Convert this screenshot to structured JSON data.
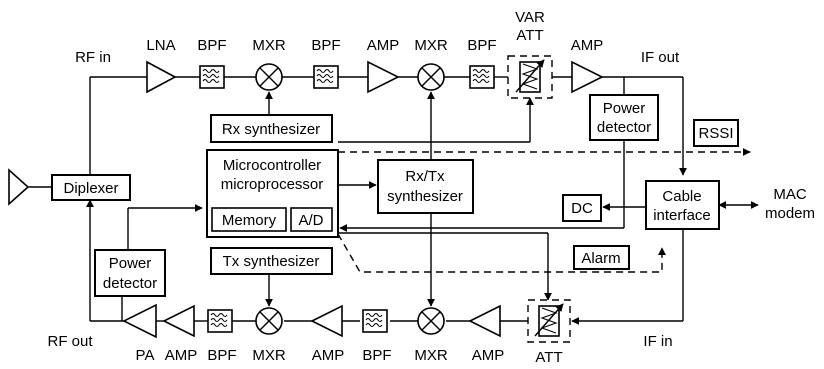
{
  "rx_chain": {
    "labels": [
      "LNA",
      "BPF",
      "MXR",
      "BPF",
      "AMP",
      "MXR",
      "BPF",
      "AMP"
    ],
    "var_att": [
      "VAR",
      "ATT"
    ],
    "rf_in": "RF in",
    "if_out": "IF out"
  },
  "tx_chain": {
    "labels": [
      "PA",
      "AMP",
      "BPF",
      "MXR",
      "AMP",
      "BPF",
      "MXR",
      "AMP",
      "ATT"
    ],
    "rf_out": "RF out",
    "if_in": "IF in"
  },
  "blocks": {
    "diplexer": "Diplexer",
    "rx_synth": "Rx synthesizer",
    "tx_synth": "Tx synthesizer",
    "micro_line1": "Microcontroller",
    "micro_line2": "microprocessor",
    "memory": "Memory",
    "ad": "A/D",
    "rxtx_line1": "Rx/Tx",
    "rxtx_line2": "synthesizer",
    "power_det_line1": "Power",
    "power_det_line2": "detector",
    "rssi": "RSSI",
    "dc": "DC",
    "alarm": "Alarm",
    "cable_line1": "Cable",
    "cable_line2": "interface"
  },
  "mac": {
    "line1": "MAC",
    "line2": "modem"
  }
}
